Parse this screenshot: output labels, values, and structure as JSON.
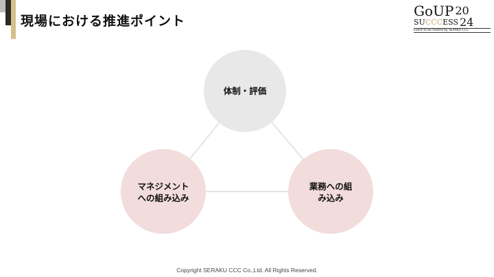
{
  "header": {
    "title": "現場における推進ポイント"
  },
  "logo": {
    "line1": "GoUP",
    "year1": "20",
    "line2_pre": "SU",
    "line2_gold": "CCC",
    "line2_post": "ESS",
    "year2": "24",
    "tagline": "Event to be hosted by SERAKU CCC"
  },
  "diagram": {
    "nodes": [
      {
        "label": "体制・評価",
        "color": "#e8e8e8"
      },
      {
        "label": "マネジメントへの組み込み",
        "color": "#f2dcdc"
      },
      {
        "label": "業務への組み込み",
        "color": "#f2dcdc"
      }
    ]
  },
  "footer": {
    "copyright": "Copyright SERAKU CCC Co.,Ltd. All Rights Reserved."
  }
}
